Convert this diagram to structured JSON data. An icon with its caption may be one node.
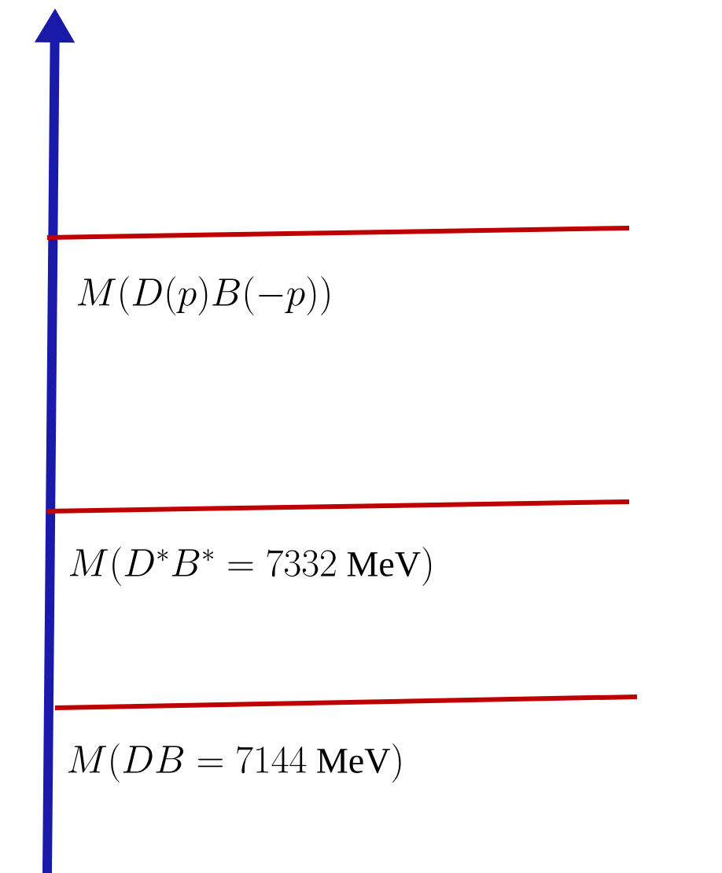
{
  "diagram": {
    "labels": [
      "M(D(p)B(-p))",
      "M(D^*B^* = 7332\\ \\mathrm{MeV})",
      "M(DB = 7144\\ \\mathrm{MeV})"
    ]
  }
}
